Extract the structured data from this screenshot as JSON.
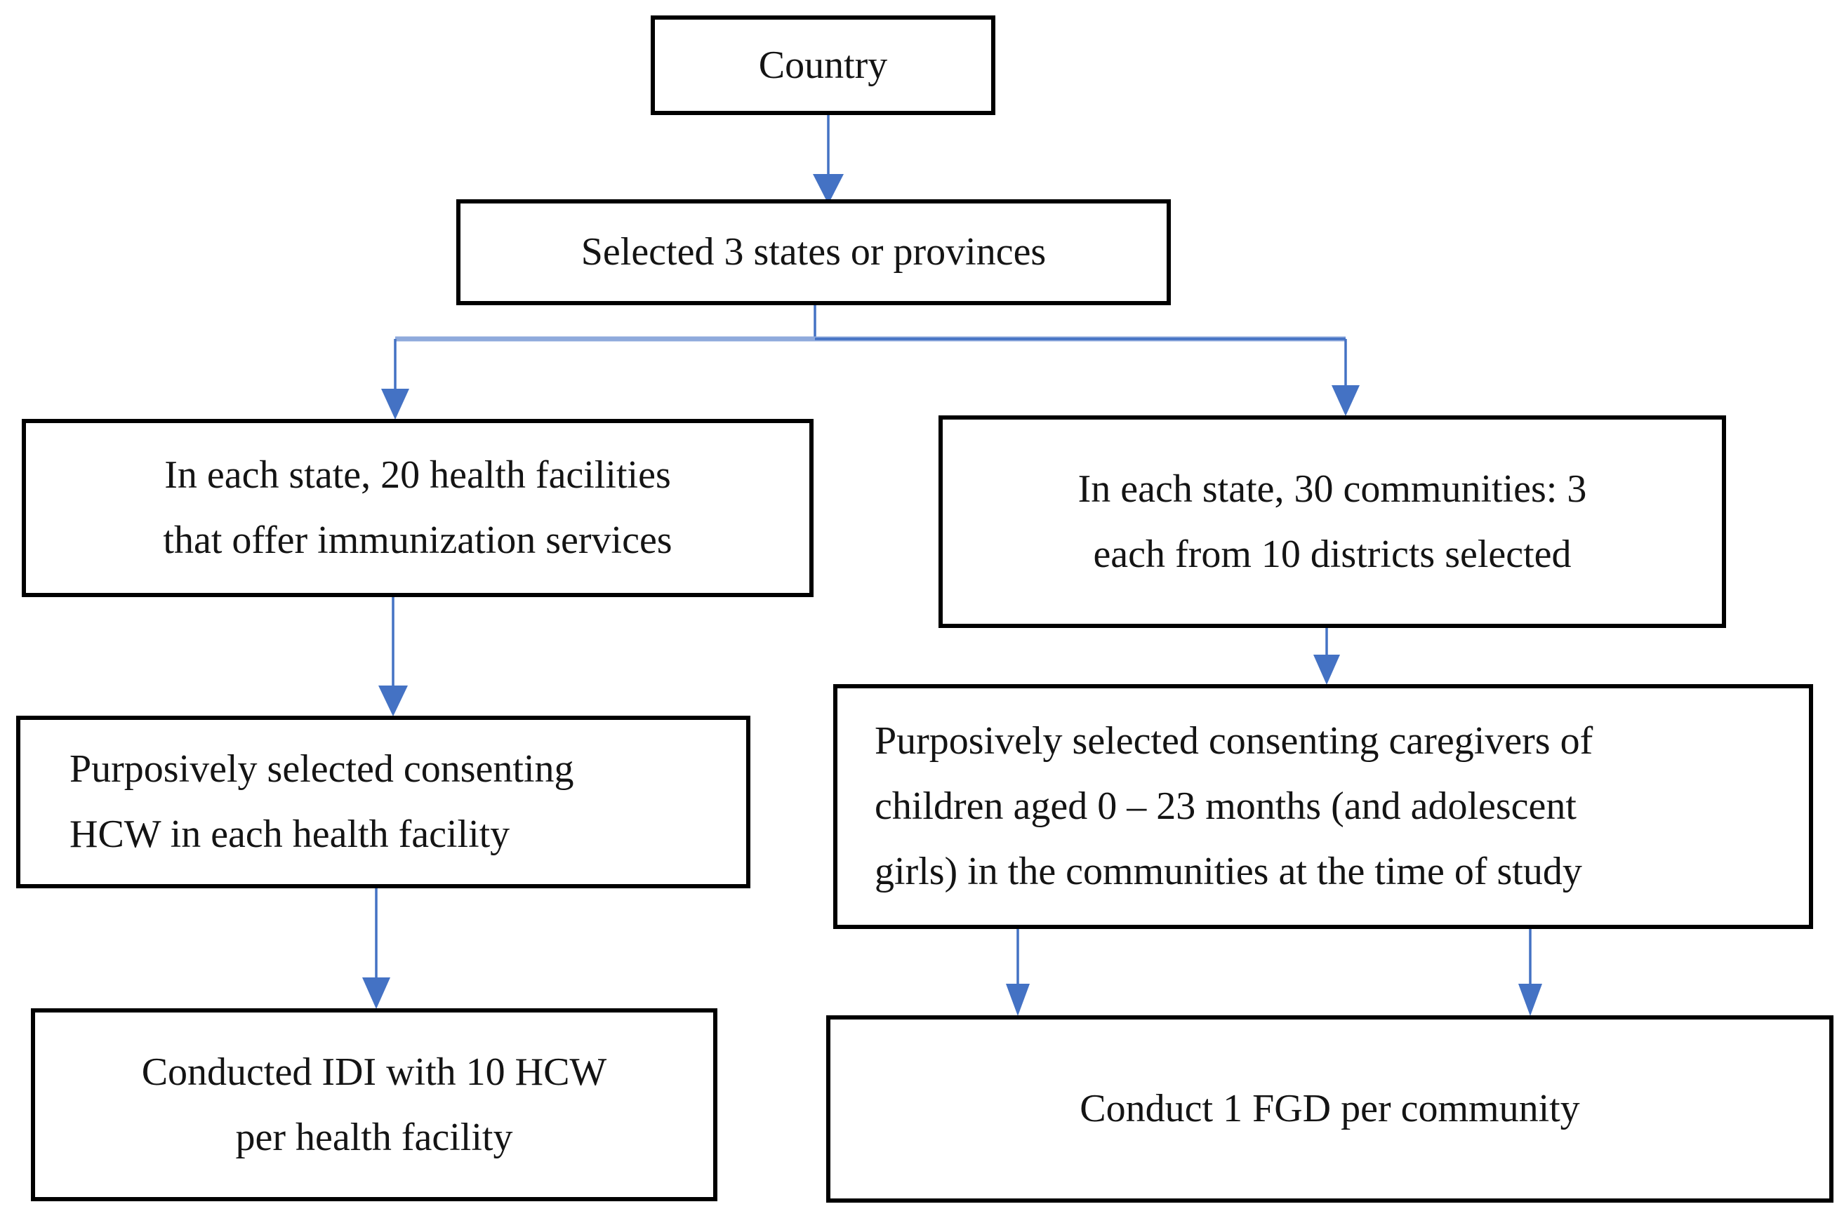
{
  "figure": {
    "type": "flowchart",
    "background": "#ffffff"
  },
  "colors": {
    "box_border": "#000000",
    "box_fill": "#ffffff",
    "text": "#141414",
    "arrow": "#4472c4",
    "arrow_light": "#8faadc"
  },
  "nodes": {
    "country": {
      "lines": [
        "Country"
      ]
    },
    "states": {
      "lines": [
        "Selected 3 states or provinces"
      ]
    },
    "facilities": {
      "lines": [
        "In each state, 20 health facilities",
        "that offer immunization services"
      ]
    },
    "communities": {
      "lines": [
        "In each state, 30 communities: 3",
        "each from 10 districts selected"
      ]
    },
    "hcw": {
      "lines": [
        "Purposively selected consenting",
        "HCW in each health facility"
      ]
    },
    "caregivers": {
      "lines": [
        "Purposively selected consenting caregivers of",
        "children aged 0 – 23 months (and adolescent",
        "girls) in the communities at the time of study"
      ]
    },
    "idi": {
      "lines": [
        "Conducted IDI with 10 HCW",
        "per health facility"
      ]
    },
    "fgd": {
      "lines": [
        "Conduct 1 FGD per community"
      ]
    }
  },
  "edges": [
    {
      "from": "country",
      "to": "states"
    },
    {
      "from": "states",
      "to": "facilities"
    },
    {
      "from": "states",
      "to": "communities"
    },
    {
      "from": "facilities",
      "to": "hcw"
    },
    {
      "from": "communities",
      "to": "caregivers"
    },
    {
      "from": "hcw",
      "to": "idi"
    },
    {
      "from": "caregivers",
      "to": "fgd"
    },
    {
      "from": "caregivers",
      "to": "fgd"
    }
  ]
}
